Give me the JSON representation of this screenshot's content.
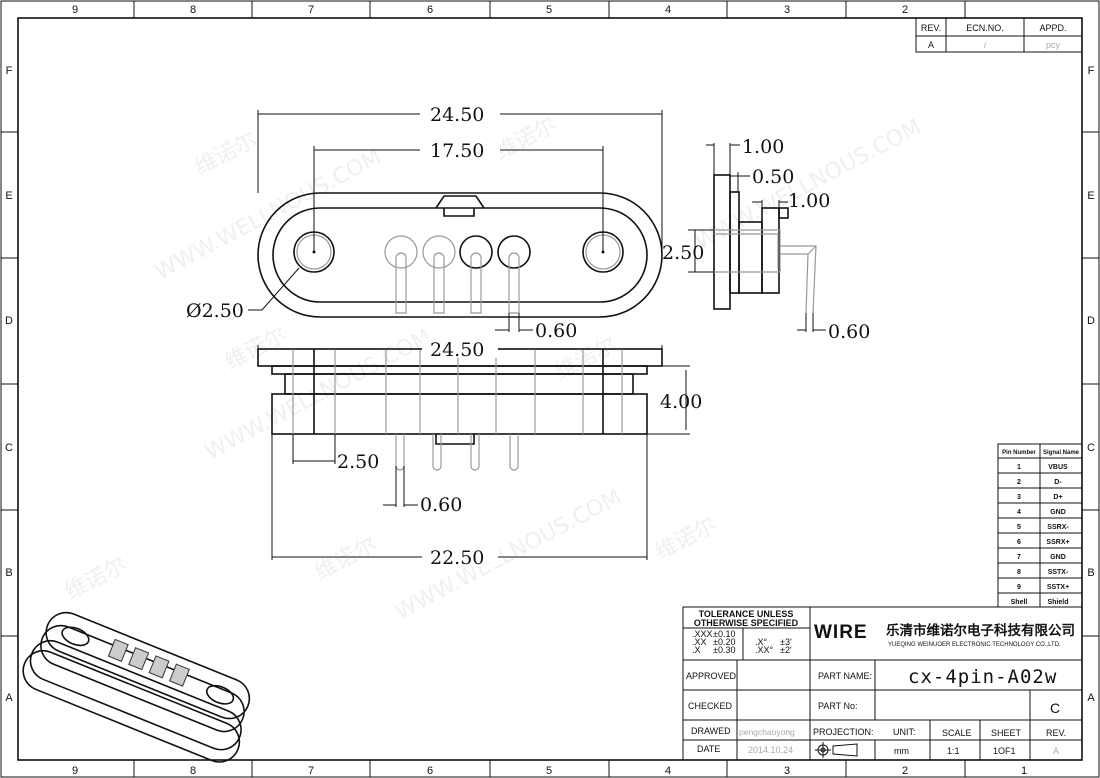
{
  "grid": {
    "columns": [
      "9",
      "8",
      "7",
      "6",
      "5",
      "4",
      "3",
      "2",
      "1"
    ],
    "rows": [
      "F",
      "E",
      "D",
      "C",
      "B",
      "A"
    ]
  },
  "revision_block": {
    "headers": [
      "REV.",
      "ECN.NO.",
      "APPD."
    ],
    "row": [
      "A",
      "/",
      "pcy"
    ]
  },
  "dimensions": {
    "top_width": "24.50",
    "hole_pitch": "17.50",
    "hole_dia": "Ø2.50",
    "pin_width_top": "0.60",
    "side_1": "1.00",
    "side_2": "0.50",
    "side_3": "1.00",
    "side_height": "2.50",
    "side_pin": "0.60",
    "front_width": "24.50",
    "front_height": "4.00",
    "front_offset": "2.50",
    "front_pin": "0.60",
    "front_bottom": "22.50"
  },
  "pin_table": {
    "headers": [
      "Pin Number",
      "Signal Name"
    ],
    "rows": [
      [
        "1",
        "VBUS"
      ],
      [
        "2",
        "D-"
      ],
      [
        "3",
        "D+"
      ],
      [
        "4",
        "GND"
      ],
      [
        "5",
        "SSRX-"
      ],
      [
        "6",
        "SSRX+"
      ],
      [
        "7",
        "GND"
      ],
      [
        "8",
        "SSTX-"
      ],
      [
        "9",
        "SSTX+"
      ],
      [
        "Shell",
        "Shield"
      ]
    ]
  },
  "title_block": {
    "tolerance_title": [
      "TOLERANCE UNLESS",
      "OTHERWISE SPECIFIED"
    ],
    "tolerances_linear": [
      [
        ".XXX",
        "±0.10"
      ],
      [
        ".XX",
        "±0.20"
      ],
      [
        ".X",
        "±0.30"
      ]
    ],
    "tolerances_angular": [
      [
        ".X°",
        "±3'"
      ],
      [
        ".XX°",
        "±2'"
      ]
    ],
    "logo": "WIRE",
    "company_cn": "乐清市维诺尔电子科技有限公司",
    "company_en": "YUEQING WEINUOER ELECTRONIC TECHNOLOGY CO.,LTD.",
    "approved_label": "APPROVED",
    "checked_label": "CHECKED",
    "drawed_label": "DRAWED",
    "date_label": "DATE",
    "drawed_value": "pengchaoyong",
    "date_value": "2014.10.24",
    "part_name_label": "PART NAME:",
    "part_name": "cx-4pin-A02w",
    "part_no_label": "PART No:",
    "part_no_rev": "C",
    "projection_label": "PROJECTION:",
    "unit_label": "UNIT:",
    "unit": "mm",
    "scale_label": "SCALE",
    "scale": "1:1",
    "sheet_label": "SHEET",
    "sheet": "1OF1",
    "rev_label": "REV.",
    "rev": "A"
  },
  "watermark": {
    "cn": "维诺尔",
    "en": "WWW.WELLNOUS.COM"
  }
}
